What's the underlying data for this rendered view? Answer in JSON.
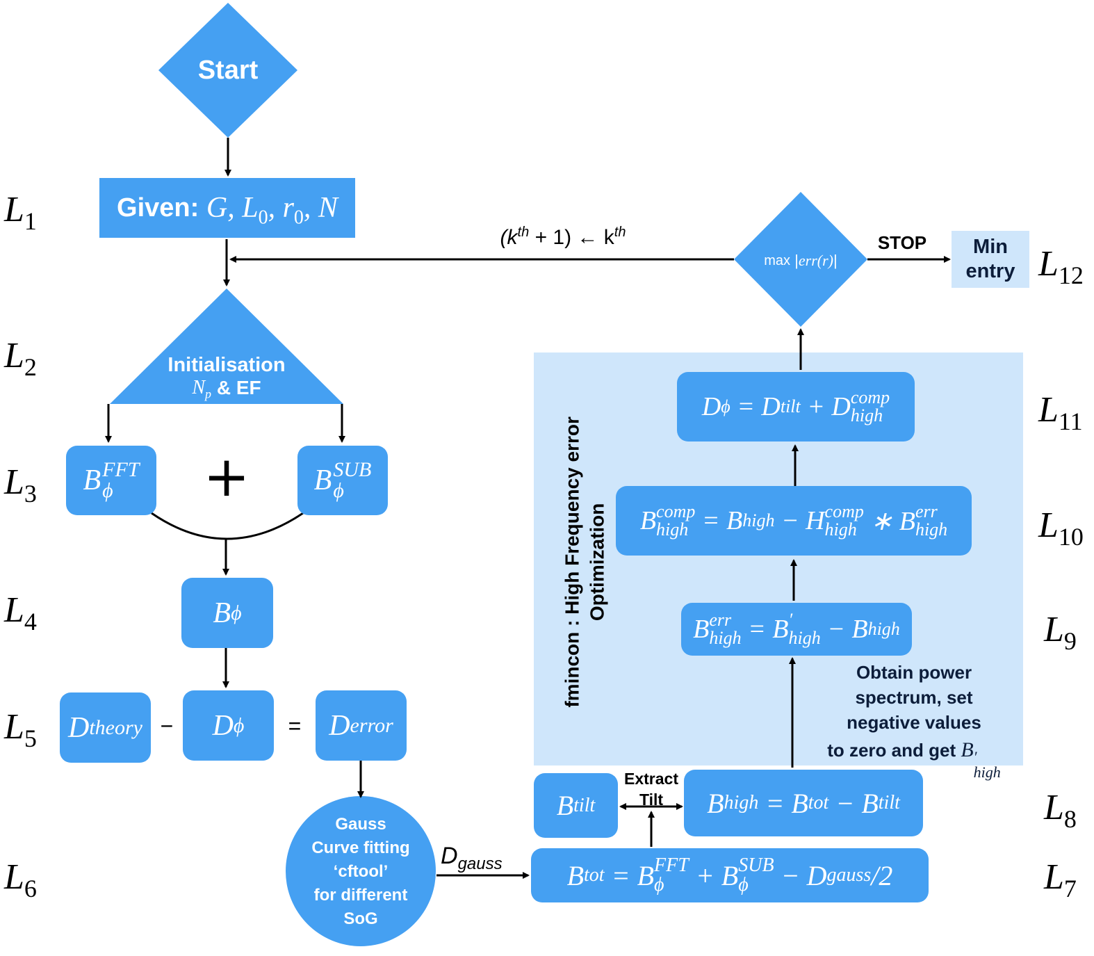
{
  "start": "Start",
  "given": {
    "label": "Given:",
    "vars": "G, L",
    "sub0": "0",
    "r": ", r",
    "rsub": "0",
    "n": ", N"
  },
  "init": {
    "title": "Initialisation",
    "np": "N",
    "np_sub": "p",
    "amp": "&",
    "ef": "EF"
  },
  "b_fft": {
    "base": "B",
    "sup": "FFT",
    "sub": "ϕ"
  },
  "b_sub": {
    "base": "B",
    "sup": "SUB",
    "sub": "ϕ"
  },
  "plus": "+",
  "b_phi": {
    "base": "B",
    "sub": "ϕ"
  },
  "d_theory": {
    "base": "D",
    "sub": "theory"
  },
  "minus": "−",
  "d_phi": {
    "base": "D",
    "sub": "ϕ"
  },
  "equals": "=",
  "d_error": {
    "base": "D",
    "sub": "error"
  },
  "gauss": {
    "lines": [
      "Gauss",
      "Curve fitting",
      "‘cftool’",
      "for different",
      "SoG"
    ]
  },
  "d_gauss": {
    "base": "D",
    "sub": "gauss"
  },
  "b_tot": {
    "eq": "B",
    "parts": [
      "tot",
      "= B",
      "FFT",
      "ϕ",
      "+ B",
      "SUB",
      "ϕ",
      "− D",
      "gauss",
      "/2"
    ]
  },
  "b_tilt": {
    "base": "B",
    "sub": "tilt"
  },
  "extract_tilt": {
    "line1": "Extract",
    "line2": "Tilt"
  },
  "b_high": {
    "parts": [
      "B",
      "high",
      "= B",
      "tot",
      "− B",
      "tilt"
    ]
  },
  "power": {
    "lines": [
      "Obtain power",
      "spectrum, set",
      "negative values",
      "to zero and get"
    ],
    "b": "B",
    "prime": "′",
    "sub": "high"
  },
  "b_err": {
    "parts": [
      "B",
      "err",
      "high",
      "= B",
      "′",
      "high",
      "− B",
      "high"
    ]
  },
  "b_comp": {
    "parts": [
      "B",
      "comp",
      "high",
      "= B",
      "high",
      "− H",
      "comp",
      "high",
      "∗ B",
      "err",
      "high"
    ]
  },
  "d_phi_eq": {
    "parts": [
      "D",
      "ϕ",
      "= D",
      "tilt",
      "+ D",
      "comp",
      "high"
    ]
  },
  "fmincon": {
    "line1": "fmincon : High Frequency error",
    "line2": "Optimization"
  },
  "maxerr": {
    "pre": "max",
    "bar1": "|",
    "body": "err(r)",
    "bar2": "|"
  },
  "stop": "STOP",
  "min_entry": {
    "line1": "Min",
    "line2": "entry"
  },
  "loop": {
    "pre": "(k",
    "sup": "th",
    "mid": "+ 1) ← k",
    "sup2": "th"
  },
  "levels": [
    "1",
    "2",
    "3",
    "4",
    "5",
    "6",
    "7",
    "8",
    "9",
    "10",
    "11",
    "12"
  ],
  "level_letter": "L",
  "colors": {
    "node": "#45a0f2",
    "panel": "#cfe6fb",
    "light_box": "#cfe6fb",
    "text_dark": "#0c1d3a"
  }
}
